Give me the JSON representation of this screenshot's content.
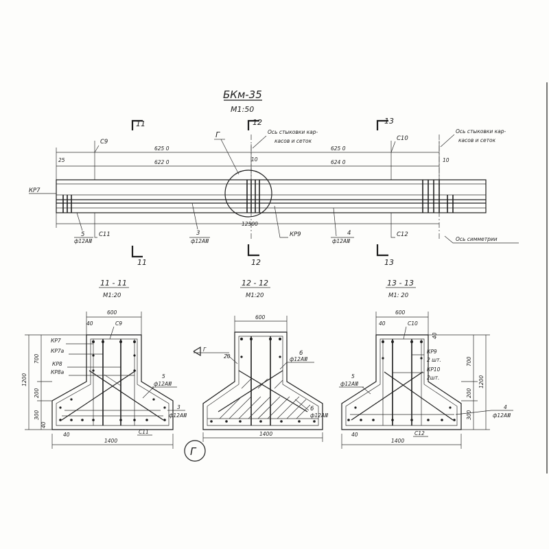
{
  "drawing": {
    "title": "БКм-35",
    "main_scale": "М1:50",
    "section_marks": {
      "s11_top": "11",
      "s11_bot": "11",
      "s12_top": "12",
      "s12_bot": "12",
      "s13_top": "13",
      "s13_bot": "13"
    },
    "callouts": {
      "axis_joint_left": [
        "Ось стыковки кар-",
        "касов и сеток"
      ],
      "axis_joint_right": [
        "Ось стыковки кар-",
        "касов и сеток"
      ],
      "axis_symmetry": "Ось симметрии",
      "detail_ref": "Г",
      "detail_circle": "Г"
    },
    "beam_dims": {
      "d_6250_left": "625 0",
      "d_6220": "622 0",
      "d_6250_right": "625 0",
      "d_6240": "624 0",
      "d_10_mid": "10",
      "d_10_right": "10",
      "d_25": "25",
      "total": "12500"
    },
    "beam_labels": {
      "c9": "С9",
      "c10": "С10",
      "kp7": "КР7",
      "kp9": "КР9",
      "c11": "С11",
      "c12": "С12",
      "pos5": "5",
      "pos5_dia": "ф12АⅢ",
      "pos3": "3",
      "pos3_dia": "ф12АⅢ",
      "pos4": "4",
      "pos4_dia": "ф12АⅢ"
    },
    "sections": [
      {
        "title": "11 - 11",
        "scale": "М1:20",
        "dims": {
          "top": "600",
          "d40": "40",
          "h_total": "1200",
          "h_stem": "700",
          "h_slope": "200",
          "h_base": "300",
          "h_40": "40",
          "b40": "40",
          "width": "1400"
        },
        "labels": {
          "c9": "С9",
          "kp7": "КР7",
          "kp7a": "КР7а",
          "kp8": "КР8",
          "kp8a": "КР8а",
          "pos5": "5",
          "pos5_dia": "ф12АⅢ",
          "pos3": "3",
          "pos3_dia": "ф12АⅢ",
          "c11": "С11"
        }
      },
      {
        "title": "12 - 12",
        "scale": "М1:20",
        "dims": {
          "top": "600",
          "width": "1400",
          "d20": "20"
        },
        "labels": {
          "ref": "Г",
          "pos6a": "6",
          "pos6a_dia": "ф12АⅢ",
          "pos6b": "6",
          "pos6b_dia": "ф12АⅢ"
        }
      },
      {
        "title": "13 - 13",
        "scale": "М1: 20",
        "dims": {
          "top": "600",
          "d40": "40",
          "d40_right": "40",
          "h_total": "1200",
          "h_stem": "700",
          "h_slope": "200",
          "h_base": "300",
          "b40": "40",
          "width": "1400"
        },
        "labels": {
          "c10": "С10",
          "kp9": "КР9",
          "kp9_qty": "2 шт.",
          "kp10": "КР10",
          "kp10_qty": "2шт.",
          "pos5": "5",
          "pos5_dia": "ф12АⅢ",
          "pos4": "4",
          "pos4_dia": "ф12АⅢ",
          "c12": "С12"
        }
      }
    ]
  }
}
